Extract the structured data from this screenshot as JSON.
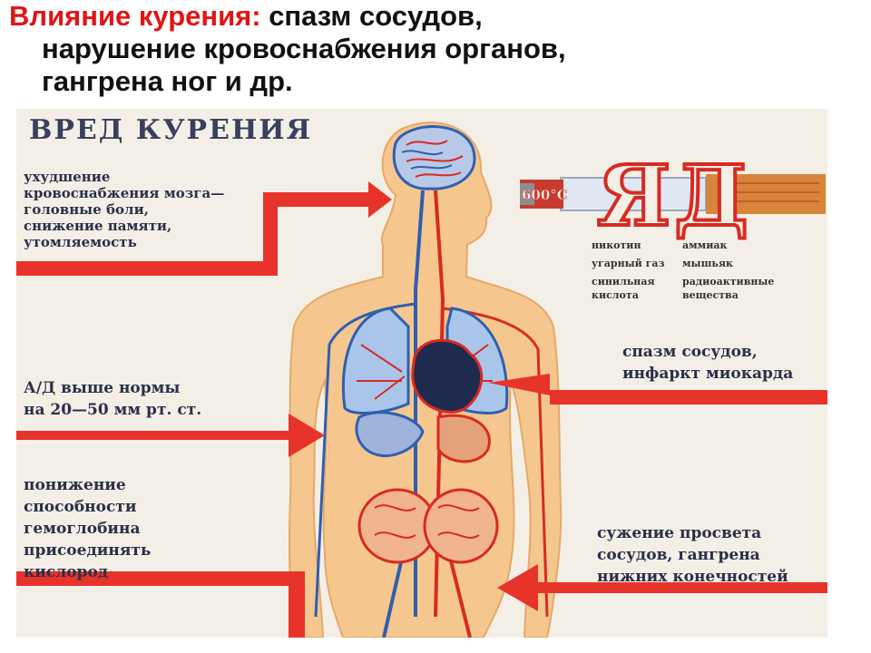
{
  "slide_title": {
    "lead": "Влияние курения:",
    "line1_rest": " спазм сосудов,",
    "line2": "нарушение кровоснабжения органов,",
    "line3": "гангрена ног и др."
  },
  "poster": {
    "heading": "ВРЕД КУРЕНИЯ",
    "cigarette": {
      "temperature_label": "600°C",
      "word": "ЯД"
    },
    "poisons": [
      "никотин",
      "аммиак",
      "угарный газ",
      "мышьяк",
      "синильная",
      "кислота",
      "радиоактивные",
      "вещества"
    ],
    "labels": {
      "brain": [
        "ухудшение",
        "кровоснабжения мозга—",
        "головные боли,",
        "снижение памяти,",
        "утомляемость"
      ],
      "pressure": [
        "А/Д выше нормы",
        "на 20—50 мм рт. ст."
      ],
      "hemoglobin": [
        "понижение",
        "способности",
        "гемоглобина",
        "присоединять",
        "кислород"
      ],
      "heart": [
        "спазм сосудов,",
        "инфаркт миокарда"
      ],
      "legs": [
        "сужение просвета",
        "сосудов, гангрена",
        "нижних конечностей"
      ]
    },
    "colors": {
      "arrow_red": "#e8332a",
      "vessel_blue": "#2f5fb0",
      "vessel_red": "#d82a23",
      "body_skin": "#f5c78e",
      "poster_bg": "#f4efe6"
    }
  }
}
